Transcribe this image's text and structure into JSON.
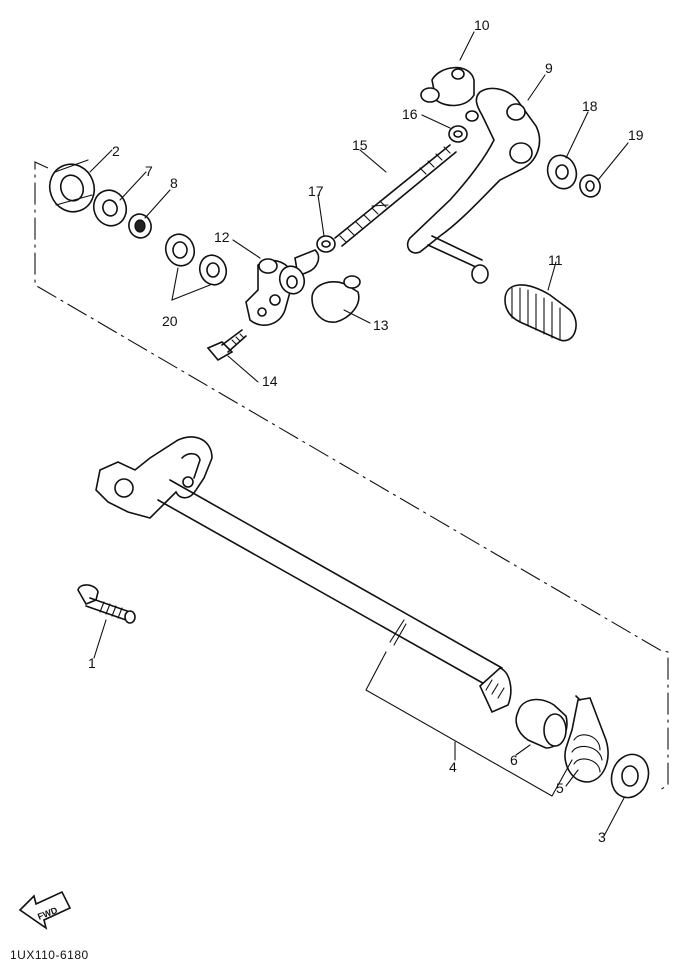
{
  "diagram": {
    "part_labels": {
      "p1": "1",
      "p2": "2",
      "p3": "3",
      "p4": "4",
      "p5": "5",
      "p6": "6",
      "p7": "7",
      "p8": "8",
      "p9": "9",
      "p10": "10",
      "p11": "11",
      "p12": "12",
      "p13": "13",
      "p14": "14",
      "p15": "15",
      "p16": "16",
      "p17": "17",
      "p18": "18",
      "p19": "19",
      "p20": "20"
    },
    "forward_arrow_text": "FWD",
    "drawing_code": "1UX110-6180"
  }
}
